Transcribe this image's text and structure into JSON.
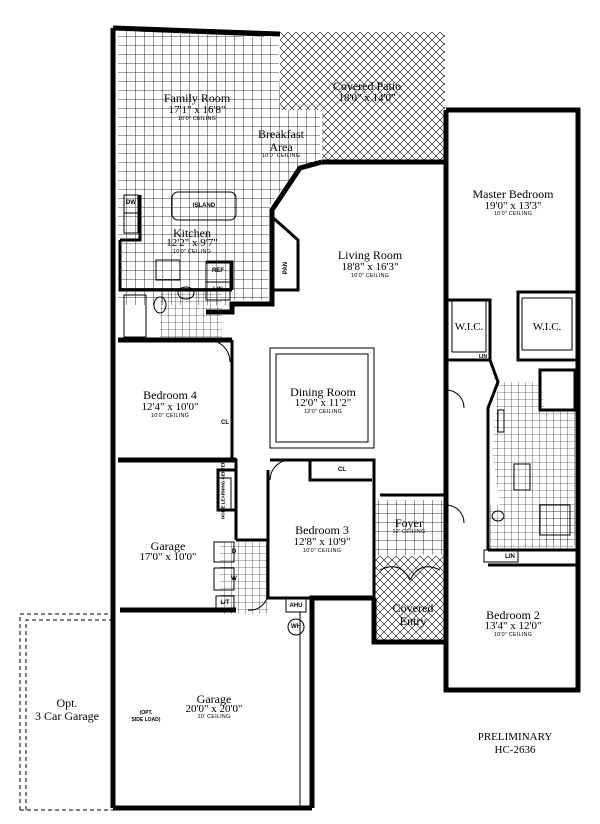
{
  "rooms": {
    "family_room": {
      "name": "Family Room",
      "dims": "17'1\" x 16'8\"",
      "ceiling": "10'0\" CEILING"
    },
    "covered_patio": {
      "name": "Covered Patio",
      "dims": "18'0\" x 14'0\""
    },
    "breakfast_area": {
      "name1": "Breakfast",
      "name2": "Area",
      "ceiling": "10'0\" CEILING"
    },
    "master_bedroom": {
      "name": "Master Bedroom",
      "dims": "19'0\" x 13'3\"",
      "ceiling": "10'0\" CEILING"
    },
    "kitchen": {
      "name": "Kitchen",
      "dims": "12'2\" x 9'7\"",
      "ceiling": "10'0\" CEILING"
    },
    "living_room": {
      "name": "Living Room",
      "dims": "18'8\" x 16'3\"",
      "ceiling": "10'0\" CEILING"
    },
    "bedroom4": {
      "name": "Bedroom 4",
      "dims": "12'4\" x 10'0\"",
      "ceiling": "10'0\" CEILING"
    },
    "dining_room": {
      "name": "Dining Room",
      "dims": "12'0\" x 11'2\"",
      "ceiling": "12'0\" CEILING"
    },
    "garage1": {
      "name": "Garage",
      "dims": "17'0\" x 10'0\""
    },
    "bedroom3": {
      "name": "Bedroom 3",
      "dims": "12'8\" x 10'9\"",
      "ceiling": "10'0\" CEILING"
    },
    "foyer": {
      "name": "Foyer",
      "ceiling": "12' CEILING"
    },
    "covered_entry": {
      "name1": "Covered",
      "name2": "Entry"
    },
    "bedroom2": {
      "name": "Bedroom 2",
      "dims": "13'4\" x 12'0\"",
      "ceiling": "10'0\" CEILING"
    },
    "garage2": {
      "name": "Garage",
      "dims": "20'0\" x 20'0\"",
      "ceiling": "10' CEILING"
    },
    "opt_garage": {
      "name1": "Opt.",
      "name2": "3 Car Garage"
    }
  },
  "fixtures": {
    "island": "ISLAND",
    "dw": "DW",
    "ref": "REF",
    "lin": "LIN",
    "pan": "PAN",
    "wic": "W.I.C.",
    "cl": "CL",
    "ahu": "AHU",
    "wh": "WH",
    "d": "D",
    "w": "W",
    "lt": "L/T",
    "lin2": "LIN",
    "lin3": "LIN",
    "opt_side_load1": "(OPT.",
    "opt_side_load2": "SIDE LOAD)",
    "learning_center": "HOME LEARNING CENTER"
  },
  "labels": {
    "preliminary": "PRELIMINARY",
    "plan_code": "HC-2636"
  }
}
